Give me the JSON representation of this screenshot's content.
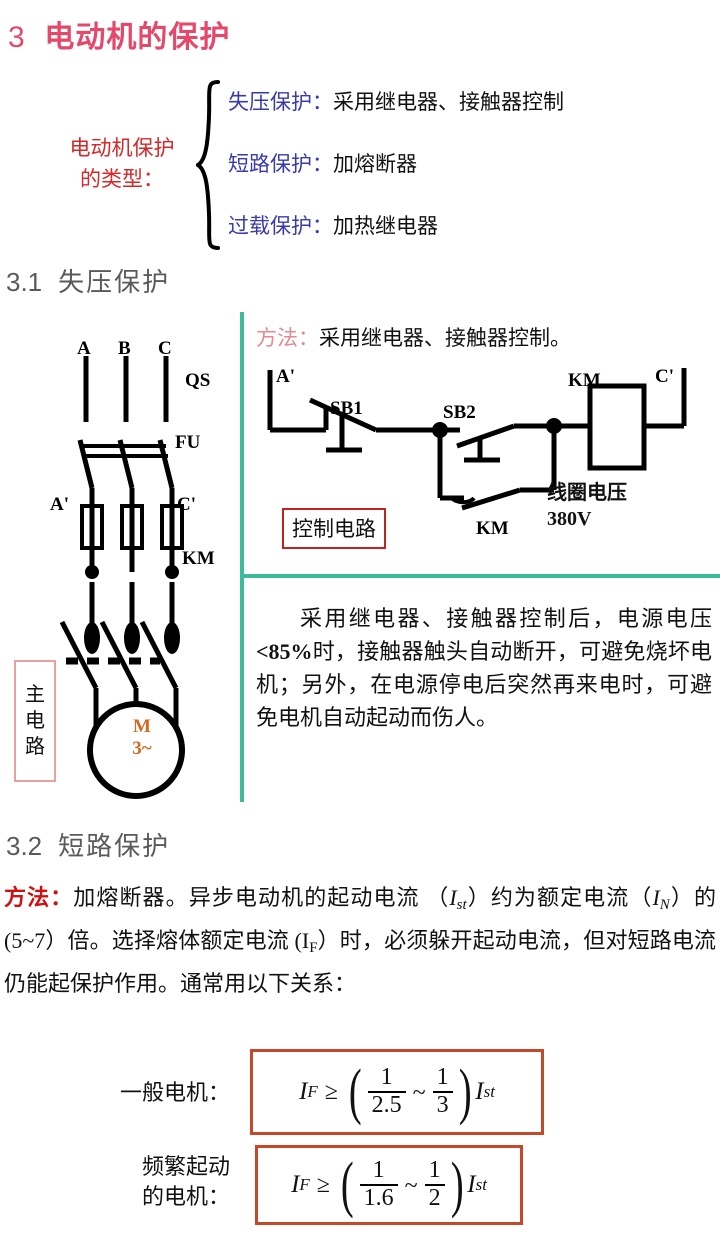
{
  "title": {
    "number": "3",
    "text": "电动机的保护"
  },
  "types_block": {
    "label_line1": "电动机保护",
    "label_line2": "的类型：",
    "items": [
      {
        "label": "失压保护：",
        "value": "采用继电器、接触器控制"
      },
      {
        "label": "短路保护：",
        "value": "加熔断器"
      },
      {
        "label": "过载保护：",
        "value": "加热继电器"
      }
    ]
  },
  "section31": {
    "number": "3.1",
    "name": "失压保护",
    "main_circuit": {
      "phase_a": "A",
      "phase_b": "B",
      "phase_c": "C",
      "qs": "QS",
      "fu": "FU",
      "a_prime": "A'",
      "c_prime": "C'",
      "km": "KM",
      "box_label_chars": [
        "主",
        "电",
        "路"
      ],
      "motor_line1": "M",
      "motor_line2": "3~"
    },
    "control_circuit": {
      "method_key": "方法：",
      "method_value": "采用继电器、接触器控制。",
      "a_prime": "A'",
      "sb1": "SB1",
      "sb2": "SB2",
      "km_coil": "KM",
      "c_prime": "C'",
      "km_aux": "KM",
      "coil_voltage_line1": "线圈电压",
      "coil_voltage_line2": "380V",
      "box_label": "控制电路"
    },
    "paragraph": {
      "part1": "采用继电器、接触器控制后，电源电压",
      "bold": "<85%",
      "part2": "时，接触器触头自动断开，可避免烧坏电机；另外，在电源停电后突然再来电时，可避免电机自动起动而伤人。"
    }
  },
  "section32": {
    "number": "3.2",
    "name": "短路保护",
    "method_key": "方法：",
    "paragraph": {
      "t1": "加熔断器。异步电动机的起动电流 （",
      "v1": "I",
      "v1s": "st",
      "t2": "）约为额定电流（",
      "v2": "I",
      "v2s": "N",
      "t3": "）的 (5~7）倍。选择熔体额定电流 (",
      "v3": "I",
      "v3s": "F",
      "t4": "）时，必须躲开起动电流，但对短路电流仍能起保护作用。通常用以下关系："
    },
    "formulas": [
      {
        "caption": "一般电机：",
        "lhs_var": "I",
        "lhs_sub": "F",
        "relation": "≥",
        "frac1_num": "1",
        "frac1_den": "2.5",
        "between": "~",
        "frac2_num": "1",
        "frac2_den": "3",
        "rhs_var": "I",
        "rhs_sub": "st"
      },
      {
        "caption_line1": "频繁起动",
        "caption_line2": "的电机：",
        "lhs_var": "I",
        "lhs_sub": "F",
        "relation": "≥",
        "frac1_num": "1",
        "frac1_den": "1.6",
        "between": "~",
        "frac2_num": "1",
        "frac2_den": "2",
        "rhs_var": "I",
        "rhs_sub": "st"
      }
    ]
  },
  "colors": {
    "title": "#e4486a",
    "types_label": "#d62828",
    "types_item_label": "#3a3ab0",
    "section_head": "#5a5a5a",
    "divider": "#3cbc9c",
    "method_pink": "#e48a95",
    "method_red": "#d01010",
    "formula_border": "#c4482a",
    "ctrl_box_border": "#c32222",
    "main_box_border": "#e8a0a0",
    "motor_text": "#d2691e"
  }
}
